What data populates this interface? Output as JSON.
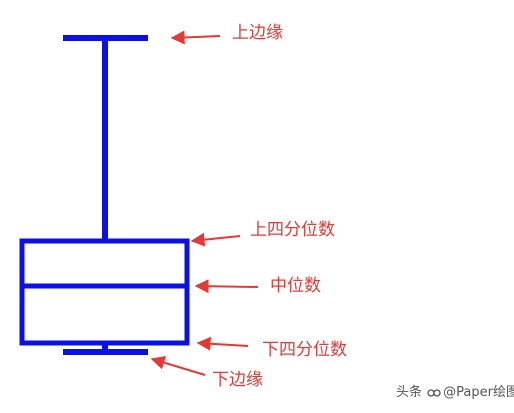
{
  "labels": {
    "upper_whisker": "上边缘",
    "upper_quartile": "上四分位数",
    "median": "中位数",
    "lower_quartile": "下四分位数",
    "lower_whisker": "下边缘"
  },
  "watermark": {
    "prefix": "头条",
    "handle": "@Paper绘图"
  },
  "colors": {
    "box": "#0a10e6",
    "annotation": "#e53935",
    "watermark": "#555555"
  }
}
